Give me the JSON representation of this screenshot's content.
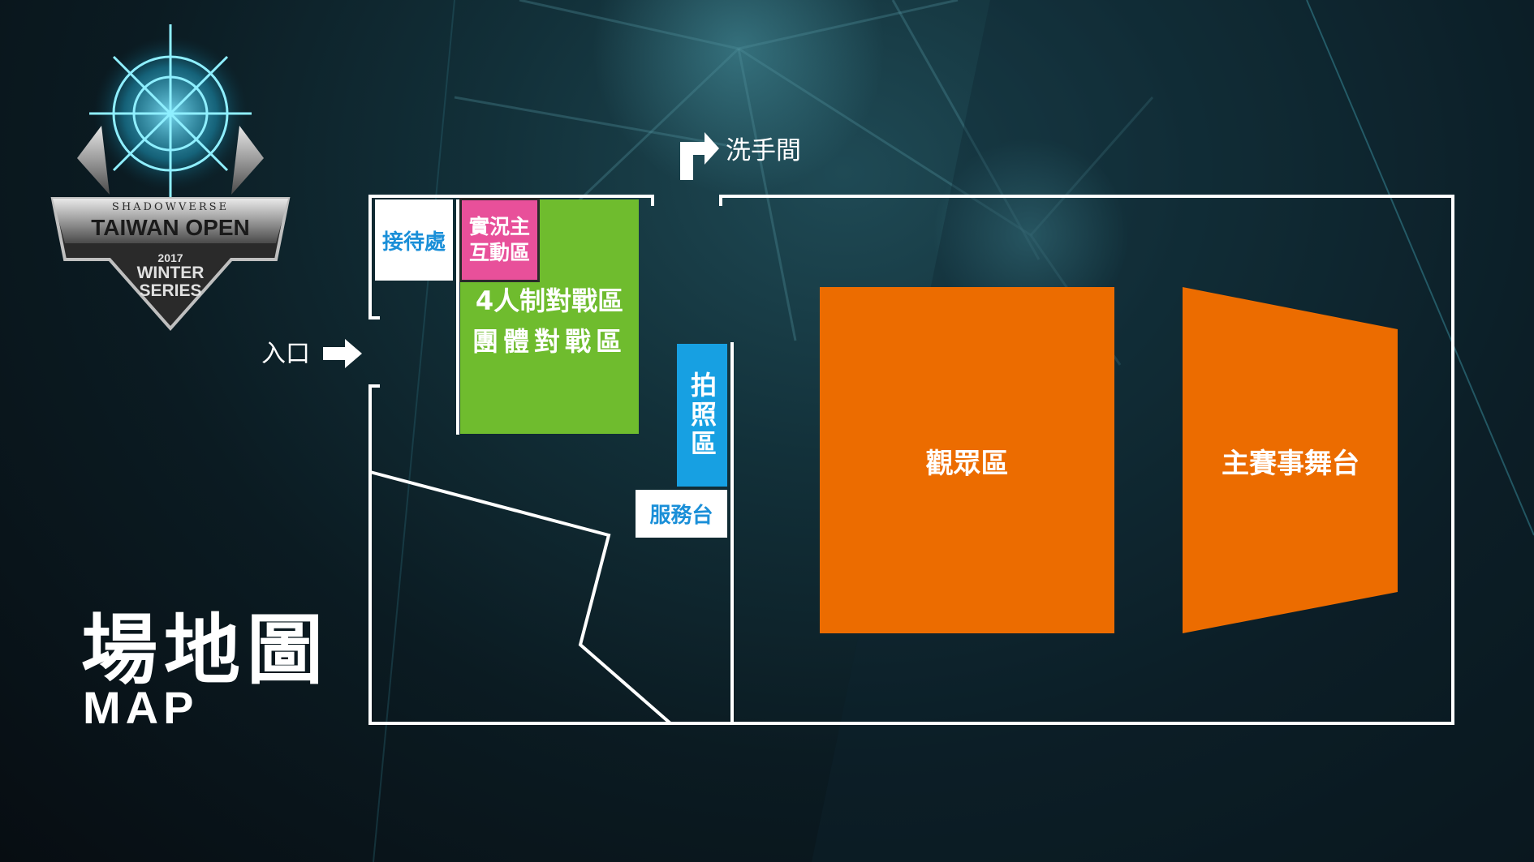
{
  "logo": {
    "brand": "SHADOWVERSE",
    "title": "TAIWAN OPEN",
    "year": "2017",
    "line1": "WINTER",
    "line2": "SERIES"
  },
  "page_title": {
    "zh": "場地圖",
    "en": "MAP"
  },
  "labels": {
    "restroom": "洗手間",
    "entrance": "入口",
    "reception": "接待處",
    "commentary_line1": "實況主",
    "commentary_line2": "互動區",
    "battle_line1": "4人制對戰區",
    "battle_line2": "團體對戰區",
    "photo": "拍照區",
    "service": "服務台",
    "audience": "觀眾區",
    "stage": "主賽事舞台"
  },
  "colors": {
    "orange": "#ec6c00",
    "green": "#6fbc2e",
    "pink": "#e8509a",
    "blue": "#17a0e2",
    "wall": "#ffffff"
  },
  "icons": {
    "entrance_arrow": "arrow-right-icon",
    "restroom_arrow": "turn-right-arrow-icon"
  }
}
